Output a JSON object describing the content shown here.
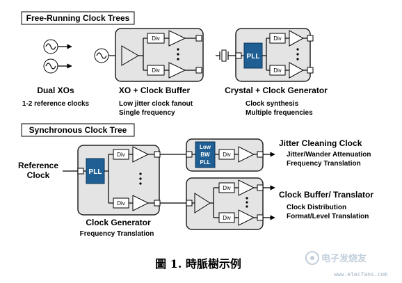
{
  "sections": {
    "free_running": "Free-Running Clock Trees",
    "synchronous": "Synchronous Clock Tree"
  },
  "labels": {
    "div": "Div",
    "pll": "PLL",
    "low_bw_pll": [
      "Low",
      "BW",
      "PLL"
    ]
  },
  "top_row": {
    "dual_xos": {
      "title": "Dual XOs",
      "desc": [
        "1-2 reference clocks"
      ]
    },
    "xo_buffer": {
      "title": "XO + Clock Buffer",
      "desc": [
        "Low jitter clock fanout",
        "Single frequency"
      ]
    },
    "crystal_gen": {
      "title": "Crystal + Clock Generator",
      "desc": [
        "Clock synthesis",
        "Multiple frequencies"
      ]
    }
  },
  "bottom_row": {
    "reference_clock": [
      "Reference",
      "Clock"
    ],
    "clock_generator": {
      "title": "Clock Generator",
      "desc": [
        "Frequency Translation"
      ]
    },
    "jitter_cleaning": {
      "title": "Jitter Cleaning Clock",
      "desc": [
        "Jitter/Wander Attenuation",
        "Frequency Translation"
      ]
    },
    "buffer_translator": {
      "title": "Clock Buffer/ Translator",
      "desc": [
        "Clock Distribution",
        "Format/Level Translation"
      ]
    }
  },
  "caption": "圖 1. 時脈樹示例",
  "watermark": {
    "brand": "电子发烧友",
    "url": "www.elecfans.com"
  }
}
